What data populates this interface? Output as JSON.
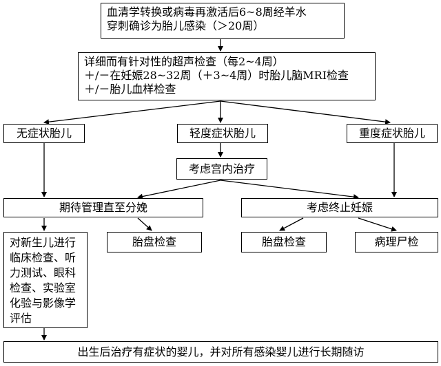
{
  "flowchart": {
    "top_box": {
      "line1": "血清学转换或病毒再激活后6~8周经羊水",
      "line2": "穿刺确诊为胎儿感染（＞20周）"
    },
    "exam_box": {
      "line1": "详细而有针对性的超声检查（每2~4周）",
      "line2": "＋/－在妊娠28~32周（＋3~4周）时胎儿脑MRI检查",
      "line3": "＋/－胎儿血样检查"
    },
    "asymptomatic": "无症状胎儿",
    "mild": "轻度症状胎儿",
    "severe": "重度症状胎儿",
    "intrauterine": "考虑宫内治疗",
    "expectant": "期待管理直至分娩",
    "terminate": "考虑终止妊娠",
    "newborn_box": {
      "line1": "对新生儿进行",
      "line2": "临床检查、听",
      "line3": "力测试、眼科",
      "line4": "检查、实验室",
      "line5": "化验与影像学",
      "line6": "评估"
    },
    "placenta_left": "胎盘检查",
    "placenta_right": "胎盘检查",
    "autopsy": "病理尸检",
    "bottom_box": "出生后治疗有症状的婴儿，并对所有感染婴儿进行长期随访"
  }
}
